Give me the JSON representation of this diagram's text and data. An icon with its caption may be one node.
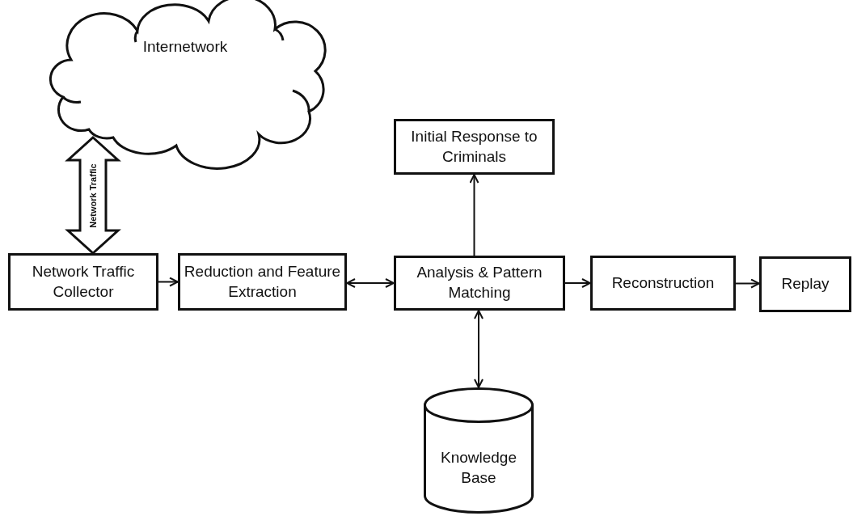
{
  "diagram": {
    "nodes": [
      {
        "text": [
          "Internetwork"
        ]
      },
      {
        "text": [
          "Initial Response to Criminals"
        ]
      },
      {
        "text": [
          "Network Traffic Collector"
        ]
      },
      {
        "text": [
          "Reduction and Feature Extraction"
        ]
      },
      {
        "text": [
          "Analysis & Pattern Matching"
        ]
      },
      {
        "text": [
          "Reconstruction"
        ]
      },
      {
        "text": [
          "Replay"
        ]
      },
      {
        "text": [
          "Knowledge Base"
        ]
      }
    ],
    "edges": [
      {
        "from": 0,
        "to": 2,
        "arrow": "both",
        "label": "Network Traffic",
        "style": "thick"
      },
      {
        "from": 2,
        "to": 3,
        "arrow": "to"
      },
      {
        "from": 3,
        "to": 4,
        "arrow": "both"
      },
      {
        "from": 4,
        "to": 1,
        "arrow": "to"
      },
      {
        "from": 4,
        "to": 5,
        "arrow": "to"
      },
      {
        "from": 5,
        "to": 6,
        "arrow": "to"
      },
      {
        "from": 4,
        "to": 7,
        "arrow": "both"
      }
    ]
  }
}
